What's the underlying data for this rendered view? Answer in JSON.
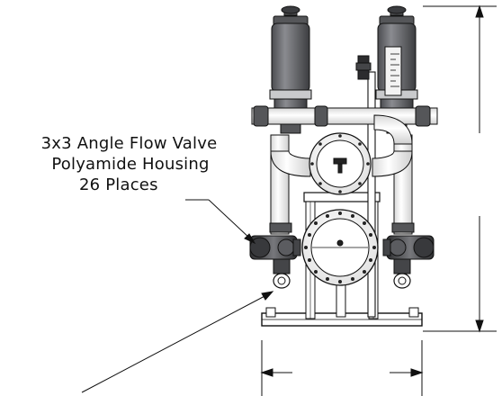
{
  "drawing": {
    "callout": {
      "line1": "3x3 Angle Flow Valve",
      "line2": "Polyamide Housing",
      "line3": "26 Places"
    },
    "colors": {
      "ink": "#111111",
      "filter_body": "#6d6e72",
      "filter_band": "#c9cacc",
      "pipe": "#efefef",
      "valve": "#4a4b4e",
      "background": "#ffffff"
    },
    "icons": [
      "arrowhead-icon",
      "handwheel-icon",
      "bolt-icon"
    ]
  }
}
